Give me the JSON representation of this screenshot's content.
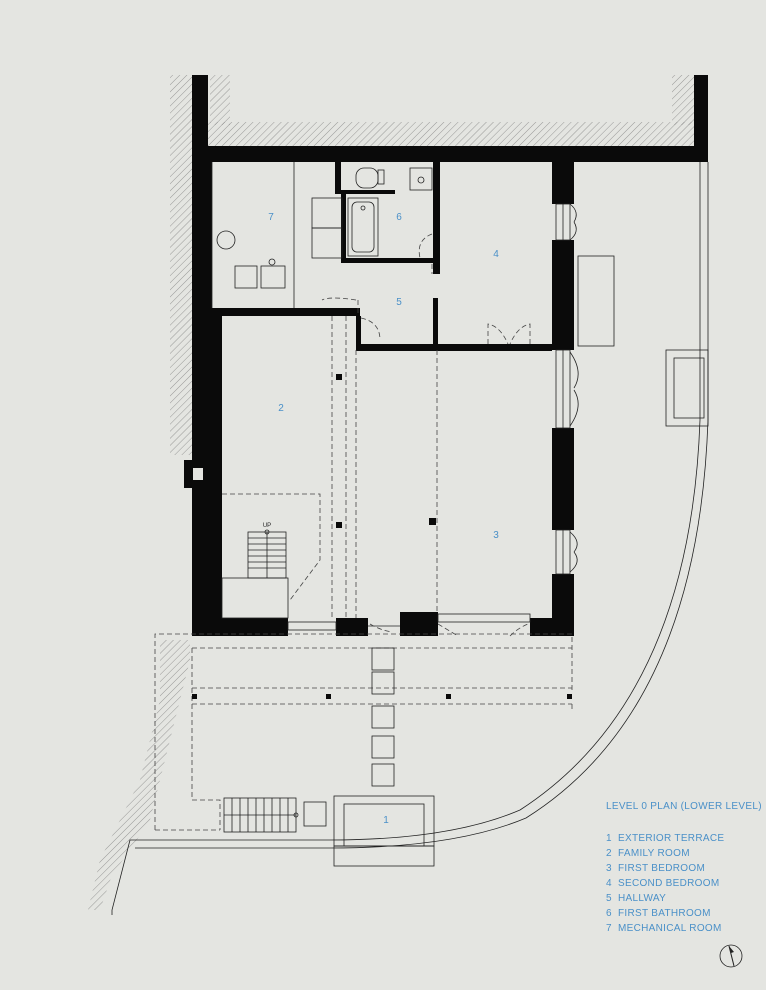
{
  "rooms": [
    {
      "num": "1"
    },
    {
      "num": "2"
    },
    {
      "num": "3"
    },
    {
      "num": "4"
    },
    {
      "num": "5"
    },
    {
      "num": "6"
    },
    {
      "num": "7"
    }
  ],
  "stair_label": "UP",
  "legend": {
    "title": "LEVEL 0 PLAN (LOWER LEVEL)",
    "items": [
      "1  EXTERIOR TERRACE",
      "2  FAMILY ROOM",
      "3  FIRST BEDROOM",
      "4  SECOND BEDROOM",
      "5  HALLWAY",
      "6  FIRST BATHROOM",
      "7  MECHANICAL ROOM"
    ]
  },
  "colors": {
    "background": "#e4e5e1",
    "wall": "#0a0a0a",
    "label": "#4a90c8"
  },
  "north_arrow": "north-arrow-icon"
}
